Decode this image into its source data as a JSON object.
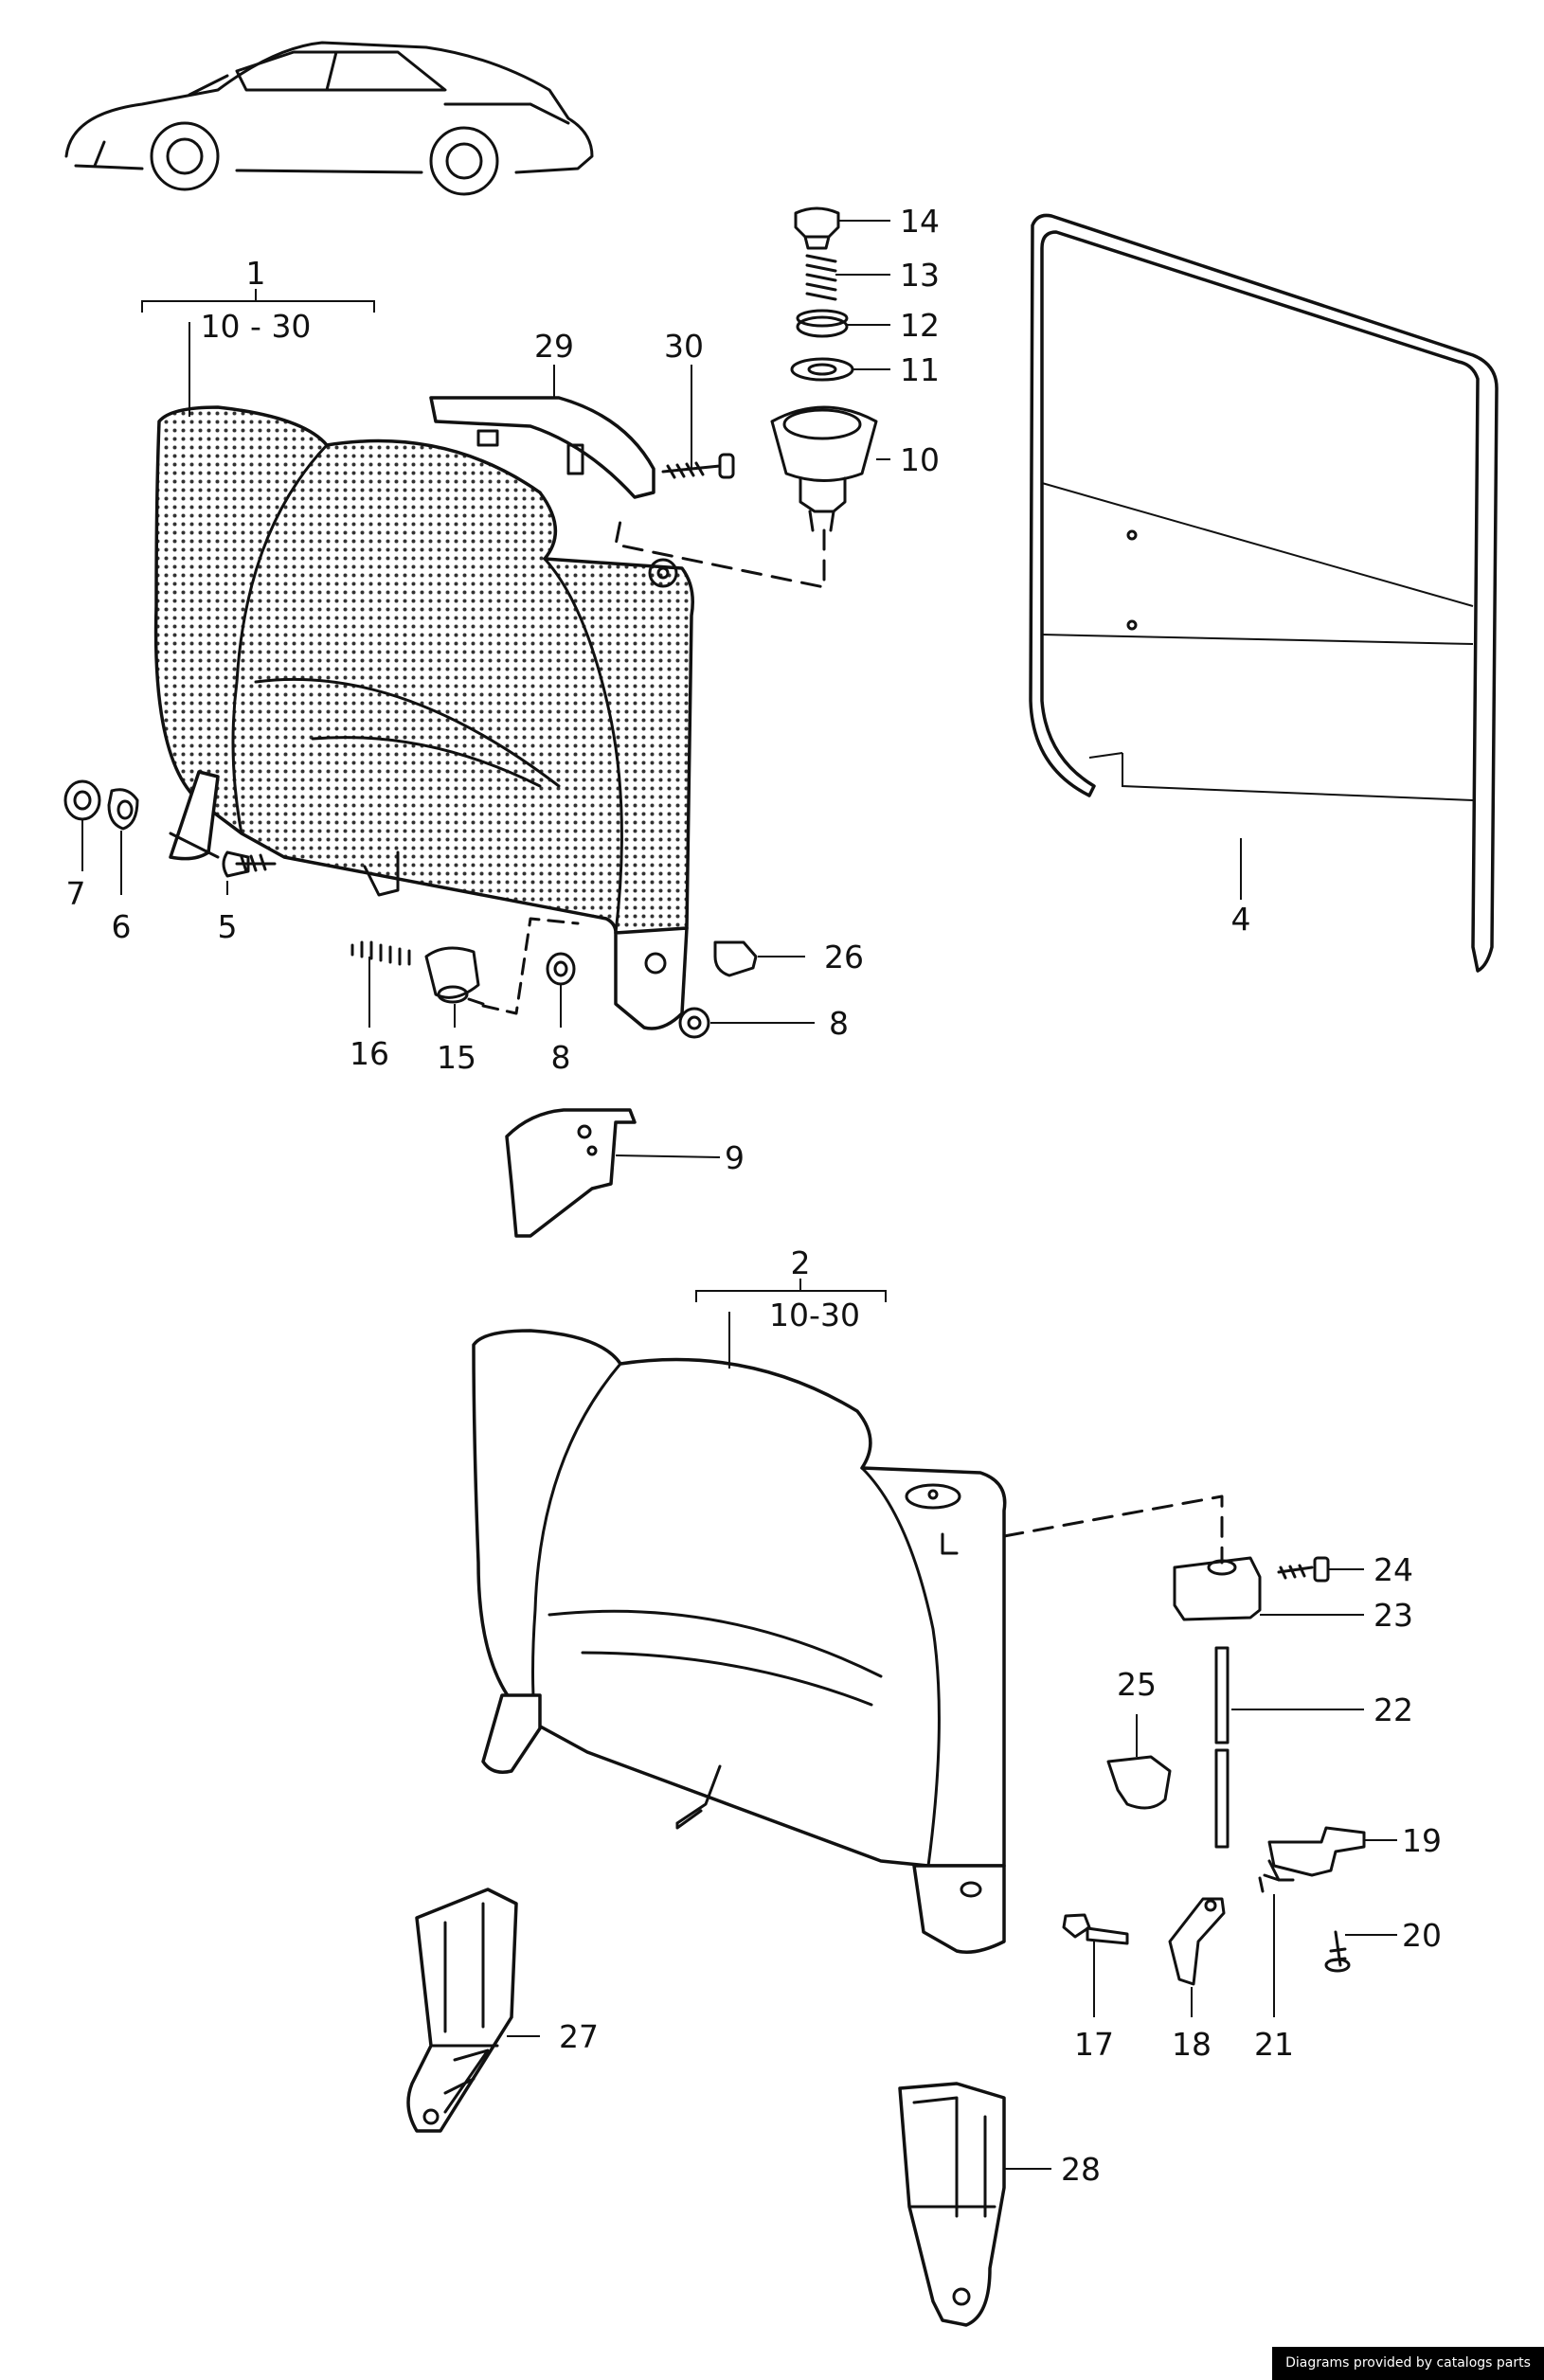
{
  "callouts": [
    {
      "id": "c1",
      "text": "1"
    },
    {
      "id": "c1r",
      "text": "10 - 30"
    },
    {
      "id": "c2",
      "text": "2"
    },
    {
      "id": "c2r",
      "text": "10-30"
    },
    {
      "id": "c3",
      "text": "4"
    },
    {
      "id": "c4",
      "text": "5"
    },
    {
      "id": "c5",
      "text": "6"
    },
    {
      "id": "c6",
      "text": "7"
    },
    {
      "id": "c7",
      "text": "8"
    },
    {
      "id": "c8",
      "text": "8"
    },
    {
      "id": "c9",
      "text": "9"
    },
    {
      "id": "c10",
      "text": "10"
    },
    {
      "id": "c11",
      "text": "11"
    },
    {
      "id": "c12",
      "text": "12"
    },
    {
      "id": "c13",
      "text": "13"
    },
    {
      "id": "c14",
      "text": "14"
    },
    {
      "id": "c15",
      "text": "15"
    },
    {
      "id": "c16",
      "text": "16"
    },
    {
      "id": "c17",
      "text": "17"
    },
    {
      "id": "c18",
      "text": "18"
    },
    {
      "id": "c19",
      "text": "19"
    },
    {
      "id": "c20",
      "text": "20"
    },
    {
      "id": "c21",
      "text": "21"
    },
    {
      "id": "c22",
      "text": "22"
    },
    {
      "id": "c23",
      "text": "23"
    },
    {
      "id": "c24",
      "text": "24"
    },
    {
      "id": "c25",
      "text": "25"
    },
    {
      "id": "c26",
      "text": "26"
    },
    {
      "id": "c27",
      "text": "27"
    },
    {
      "id": "c28",
      "text": "28"
    },
    {
      "id": "c29",
      "text": "29"
    },
    {
      "id": "c30",
      "text": "30"
    }
  ],
  "credit": "Diagrams provided by catalogs parts",
  "colors": {
    "ink": "#111111",
    "paper": "#ffffff",
    "credit_bg": "#000000",
    "credit_fg": "#ffffff"
  }
}
